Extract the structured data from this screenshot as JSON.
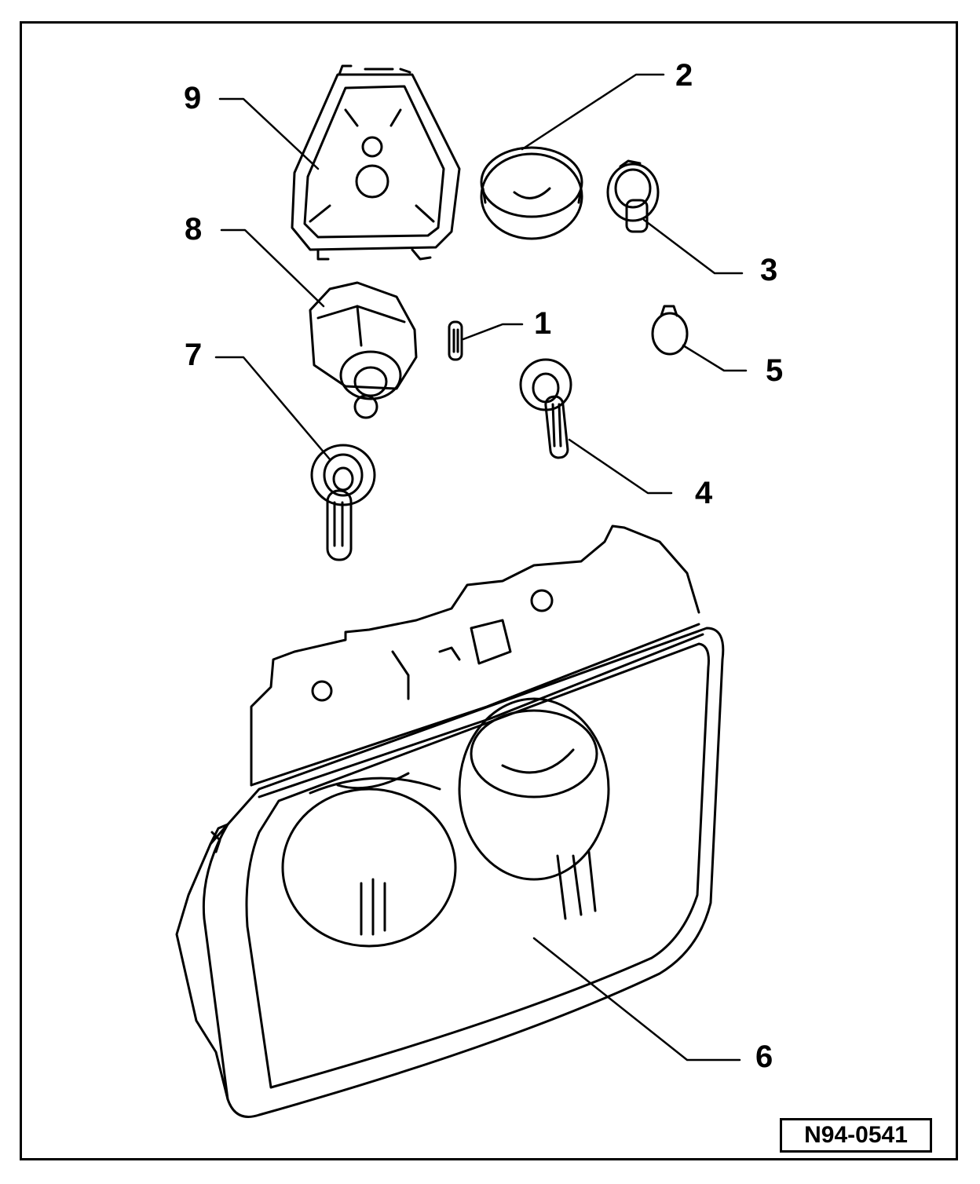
{
  "figure_id": "N94-0541",
  "callouts": {
    "c1": "1",
    "c2": "2",
    "c3": "3",
    "c4": "4",
    "c5": "5",
    "c6": "6",
    "c7": "7",
    "c8": "8",
    "c9": "9"
  },
  "colors": {
    "ink": "#000000",
    "paper": "#ffffff"
  }
}
